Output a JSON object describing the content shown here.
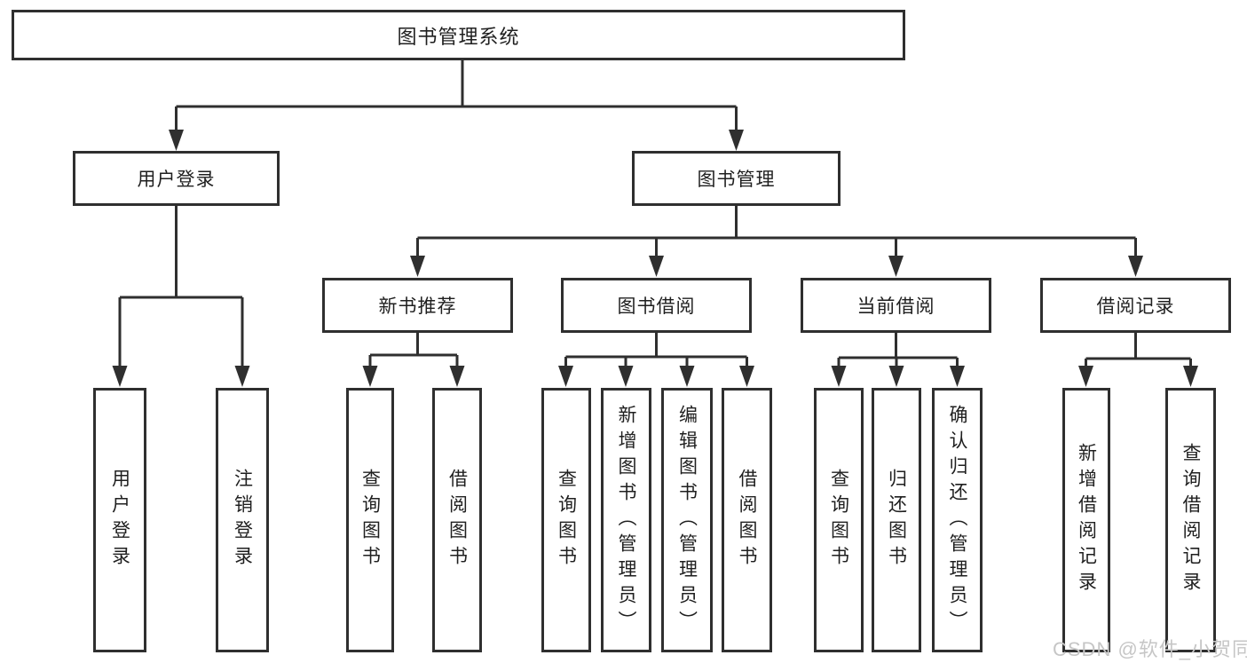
{
  "meta": {
    "background_color": "#ffffff",
    "line_color": "#2f2f2f",
    "text_color": "#1f1f1f",
    "watermark_color": "#c6c6c6"
  },
  "tree": {
    "root": {
      "label": "图书管理系统"
    },
    "branches": [
      {
        "label": "用户登录",
        "leaves": [
          {
            "label": "用户登录"
          },
          {
            "label": "注销登录"
          }
        ]
      },
      {
        "label": "图书管理",
        "groups": [
          {
            "label": "新书推荐",
            "leaves": [
              {
                "label": "查询图书"
              },
              {
                "label": "借阅图书"
              }
            ]
          },
          {
            "label": "图书借阅",
            "leaves": [
              {
                "label": "查询图书"
              },
              {
                "label": "新增图书（管理员）"
              },
              {
                "label": "编辑图书（管理员）"
              },
              {
                "label": "借阅图书"
              }
            ]
          },
          {
            "label": "当前借阅",
            "leaves": [
              {
                "label": "查询图书"
              },
              {
                "label": "归还图书"
              },
              {
                "label": "确认归还（管理员）"
              }
            ]
          },
          {
            "label": "借阅记录",
            "leaves": [
              {
                "label": "新增借阅记录"
              },
              {
                "label": "查询借阅记录"
              }
            ]
          }
        ]
      }
    ]
  },
  "watermark": {
    "text": "CSDN @软件_小贺同学"
  }
}
